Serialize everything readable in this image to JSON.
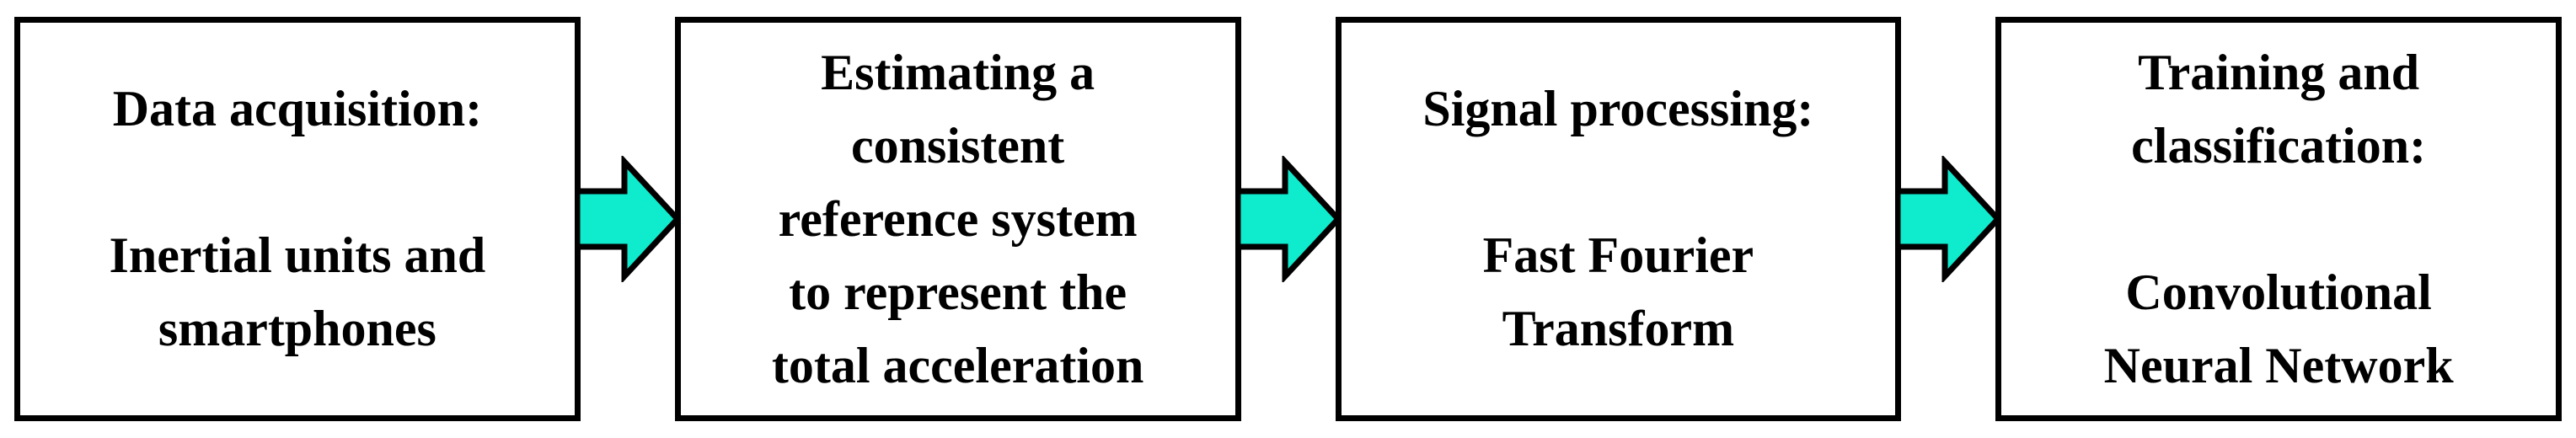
{
  "flowchart": {
    "background_color": "#ffffff",
    "box": {
      "fill_color": "#ffffff",
      "border_color": "#000000",
      "text_color": "#000000"
    },
    "arrow": {
      "fill_color": "#0febcd",
      "outline_color": "#000000",
      "direction": "right"
    },
    "steps": [
      {
        "text": "Data acquisition:\n\nInertial units and\nsmartphones"
      },
      {
        "text": "Estimating a\nconsistent\nreference system\nto represent the\ntotal acceleration"
      },
      {
        "text": "Signal processing:\n\nFast Fourier\nTransform"
      },
      {
        "text": "Training and\nclassification:\n\nConvolutional\nNeural Network"
      }
    ]
  }
}
